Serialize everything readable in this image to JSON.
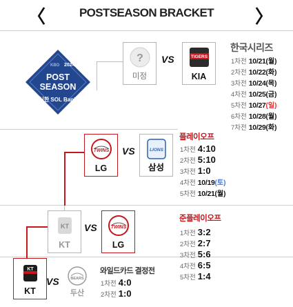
{
  "header": {
    "title": "POSTSEASON BRACKET",
    "prev_icon": "chevron-left-icon",
    "next_icon": "chevron-right-icon",
    "prev_glyph": "〈",
    "next_glyph": "〉"
  },
  "logo": {
    "year": "2024",
    "brand": "KBO",
    "line1": "POST",
    "line2": "SEASON",
    "sponsor": "신한 SOL Bank"
  },
  "vs_label": "VS",
  "korean_series": {
    "title": "한국시리즈",
    "away": {
      "name": "미정",
      "emblem": "?"
    },
    "home": {
      "name": "KIA",
      "emblem": "TIGERS"
    },
    "games": [
      {
        "label": "1차전",
        "result": "10/21",
        "day": "(월)",
        "day_type": "weekday"
      },
      {
        "label": "2차전",
        "result": "10/22",
        "day": "(화)",
        "day_type": "weekday"
      },
      {
        "label": "3차전",
        "result": "10/24",
        "day": "(목)",
        "day_type": "weekday"
      },
      {
        "label": "4차전",
        "result": "10/25",
        "day": "(금)",
        "day_type": "weekday"
      },
      {
        "label": "5차전",
        "result": "10/27",
        "day": "(일)",
        "day_type": "sun"
      },
      {
        "label": "6차전",
        "result": "10/28",
        "day": "(월)",
        "day_type": "weekday"
      },
      {
        "label": "7차전",
        "result": "10/29",
        "day": "(화)",
        "day_type": "weekday"
      }
    ]
  },
  "playoff": {
    "title": "플레이오프",
    "away": {
      "name": "LG",
      "emblem": "TWINS"
    },
    "home": {
      "name": "삼성",
      "emblem": "LIONS"
    },
    "games": [
      {
        "label": "1차전",
        "left": "4",
        "sep": ":",
        "right": "10"
      },
      {
        "label": "2차전",
        "left": "5",
        "sep": ":",
        "right": "10"
      },
      {
        "label": "3차전",
        "left": "1",
        "sep": ":",
        "right": "0"
      },
      {
        "label": "4차전",
        "date": "10/19",
        "day": "(토)",
        "day_type": "sat"
      },
      {
        "label": "5차전",
        "date": "10/21",
        "day": "(월)",
        "day_type": "weekday"
      }
    ]
  },
  "semi_playoff": {
    "title": "준플레이오프",
    "away": {
      "name": "KT",
      "emblem": "KT"
    },
    "home": {
      "name": "LG",
      "emblem": "TWINS"
    },
    "games": [
      {
        "label": "1차전",
        "left": "3",
        "sep": ":",
        "right": "2"
      },
      {
        "label": "2차전",
        "left": "2",
        "sep": ":",
        "right": "7"
      },
      {
        "label": "3차전",
        "left": "5",
        "sep": ":",
        "right": "6"
      },
      {
        "label": "4차전",
        "left": "6",
        "sep": ":",
        "right": "5"
      },
      {
        "label": "5차전",
        "left": "1",
        "sep": ":",
        "right": "4"
      }
    ]
  },
  "wildcard": {
    "title": "와일드카드 결정전",
    "away": {
      "name": "KT",
      "emblem": "KT"
    },
    "home": {
      "name": "두산",
      "emblem": "BEARS"
    },
    "games": [
      {
        "label": "1차전",
        "left": "4",
        "sep": ":",
        "right": "0"
      },
      {
        "label": "2차전",
        "left": "1",
        "sep": ":",
        "right": "0"
      }
    ]
  },
  "colors": {
    "accent": "#c4161c",
    "logo_navy": "#23478f",
    "saturday": "#4a76d6",
    "sunday": "#d33333"
  }
}
